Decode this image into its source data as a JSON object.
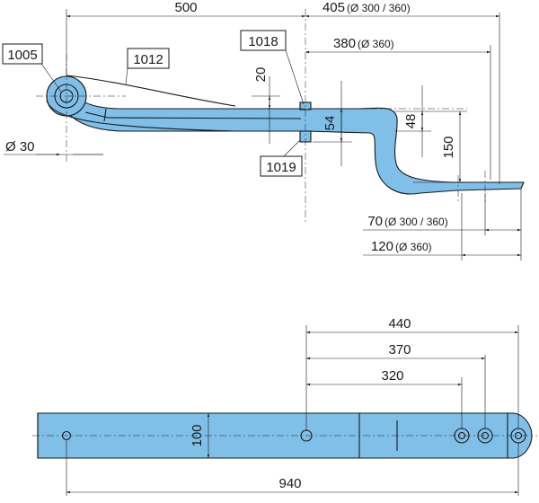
{
  "side_view": {
    "dim_500": "500",
    "dim_405": "405",
    "dim_405_note": "(Ø 300 / 360)",
    "dim_380": "380",
    "dim_380_note": "(Ø 360)",
    "dim_20": "20",
    "dim_54": "54",
    "dim_48": "48",
    "dim_150": "150",
    "dim_d30": "Ø 30",
    "dim_70": "70",
    "dim_70_note": "(Ø 300 / 360)",
    "dim_120": "120",
    "dim_120_note": "(Ø 360)",
    "part_1005": "1005",
    "part_1012": "1012",
    "part_1018": "1018",
    "part_1019": "1019"
  },
  "top_view": {
    "dim_440": "440",
    "dim_370": "370",
    "dim_320": "320",
    "dim_100": "100",
    "dim_940": "940"
  }
}
